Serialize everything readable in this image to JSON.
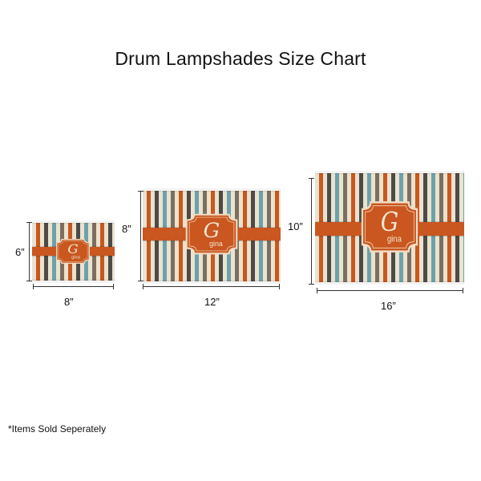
{
  "title": "Drum Lampshades Size Chart",
  "footnote": "*Items Sold Seperately",
  "monogram": {
    "initial": "G",
    "name": "gina"
  },
  "colors": {
    "stripes": [
      "#e9e3cf",
      "#c9571f",
      "#e9e3cf",
      "#4e4a47",
      "#e9e3cf",
      "#6ea1aa",
      "#e9e3cf",
      "#7d6f5f"
    ],
    "band": "#c9571f",
    "badge_fill": "#c9571f",
    "badge_border": "#f1dcc4"
  },
  "shades": [
    {
      "id": "small",
      "height_label": "6”",
      "width_label": "8”"
    },
    {
      "id": "medium",
      "height_label": "8”",
      "width_label": "12”"
    },
    {
      "id": "large",
      "height_label": "10”",
      "width_label": "16”"
    }
  ]
}
